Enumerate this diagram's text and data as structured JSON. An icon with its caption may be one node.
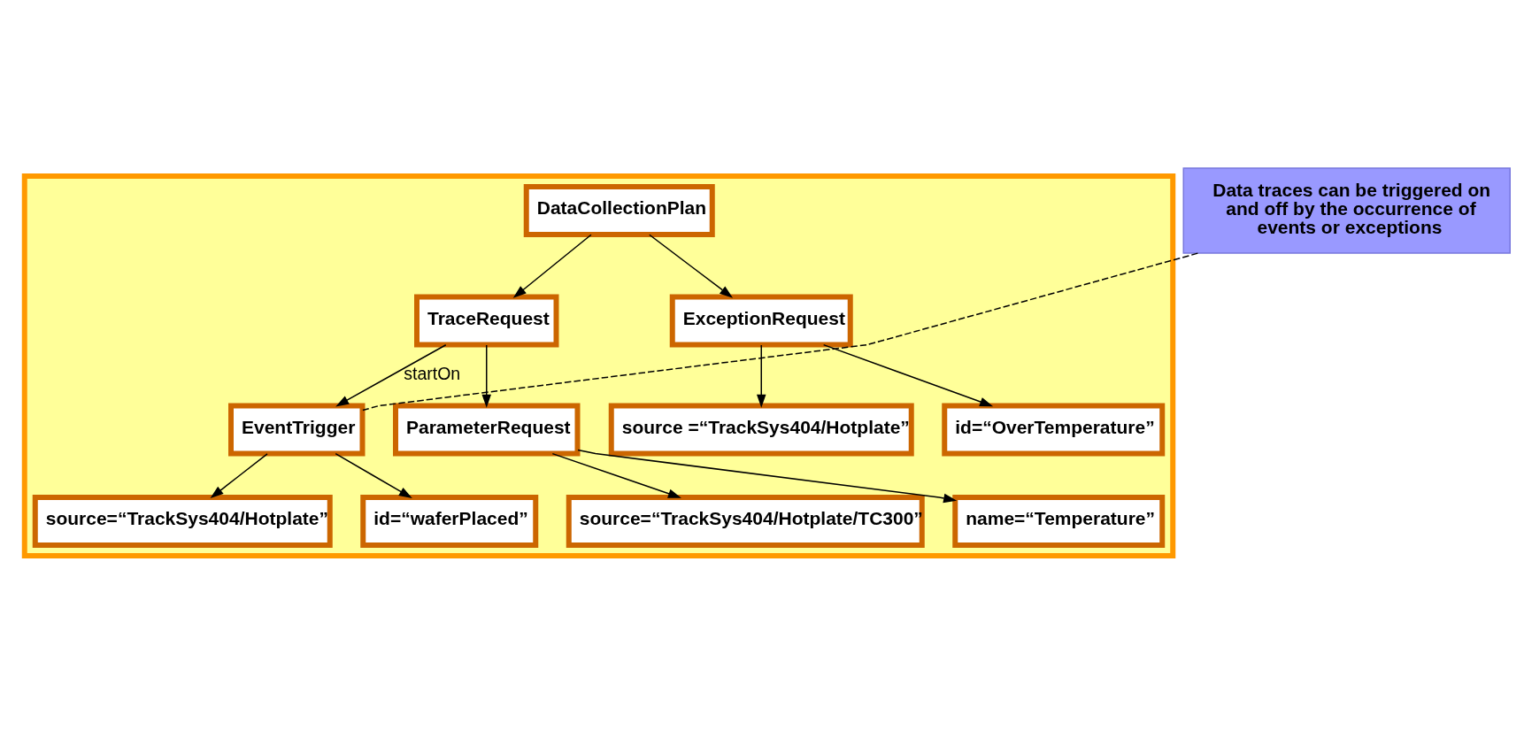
{
  "diagram": {
    "nodes": [
      {
        "text": [],
        "shape": "box"
      },
      {
        "text": [
          "DataCollectionPlan"
        ],
        "in": 0
      },
      {
        "text": [
          "TraceRequest"
        ],
        "in": 0
      },
      {
        "text": [
          "ExceptionRequest"
        ],
        "in": 0
      },
      {
        "text": [
          "EventTrigger"
        ],
        "in": 0
      },
      {
        "text": [
          "source=“TrackSys404/Hotplate”"
        ],
        "in": 0
      },
      {
        "text": [
          "id=“waferPlaced”"
        ],
        "in": 0
      },
      {
        "text": [
          "source =“TrackSys404/Hotplate”"
        ],
        "in": 0
      },
      {
        "text": [
          "id=“OverTemperature”"
        ],
        "in": 0
      },
      {
        "text": [
          "ParameterRequest"
        ],
        "in": 0
      },
      {
        "text": [
          "source=“TrackSys404/Hotplate/TC300”"
        ],
        "in": 0
      },
      {
        "text": [
          "name=“Temperature”"
        ],
        "in": 0
      },
      {
        "text": [
          "Data traces can be triggered on and off by the occurrence of events or exceptions"
        ]
      }
    ],
    "edges": [
      {
        "from": 1,
        "to": 2,
        "arrow": "to"
      },
      {
        "from": 1,
        "to": 3,
        "arrow": "to"
      },
      {
        "from": 2,
        "to": 4,
        "arrow": "to",
        "label": "startOn"
      },
      {
        "from": 4,
        "to": 5,
        "arrow": "to"
      },
      {
        "from": 4,
        "to": 6,
        "arrow": "to"
      },
      {
        "from": 3,
        "to": 7,
        "arrow": "to"
      },
      {
        "from": 3,
        "to": 8,
        "arrow": "to"
      },
      {
        "from": 2,
        "to": 9,
        "arrow": "to"
      },
      {
        "from": 9,
        "to": 10,
        "arrow": "to"
      },
      {
        "from": 9,
        "to": 11,
        "arrow": "to"
      },
      {
        "from": 12,
        "to": 4,
        "arrow": "none",
        "style": "dashed"
      }
    ]
  }
}
